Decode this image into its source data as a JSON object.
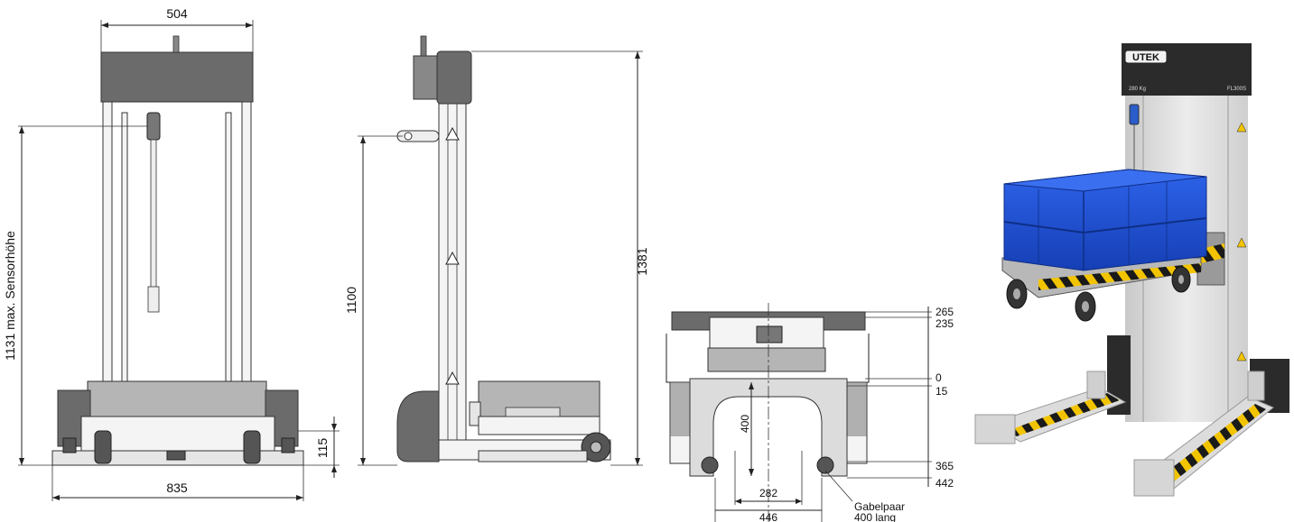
{
  "dimensions": {
    "front_width": "504",
    "front_base_width": "835",
    "front_sensor_height": "1131 max. Sensorhöhe",
    "front_foot_height": "115",
    "side_fork_height": "1100",
    "side_total_height": "1381",
    "top_265": "265",
    "top_235": "235",
    "top_0": "0",
    "top_15": "15",
    "top_400": "400",
    "top_365": "365",
    "top_442": "442",
    "top_282": "282",
    "top_446": "446",
    "fork_note_line1": "Gabelpaar",
    "fork_note_line2": "400 lang"
  },
  "photo": {
    "brand": "UTEK",
    "capacity": "280 Kg",
    "model": "FL300S"
  },
  "colors": {
    "frame_dark": "#6b6b6b",
    "column_light": "#dcdcdc",
    "crate_blue": "#1f4fd8",
    "hazard_yellow": "#f2c400",
    "hazard_black": "#1a1a1a"
  }
}
